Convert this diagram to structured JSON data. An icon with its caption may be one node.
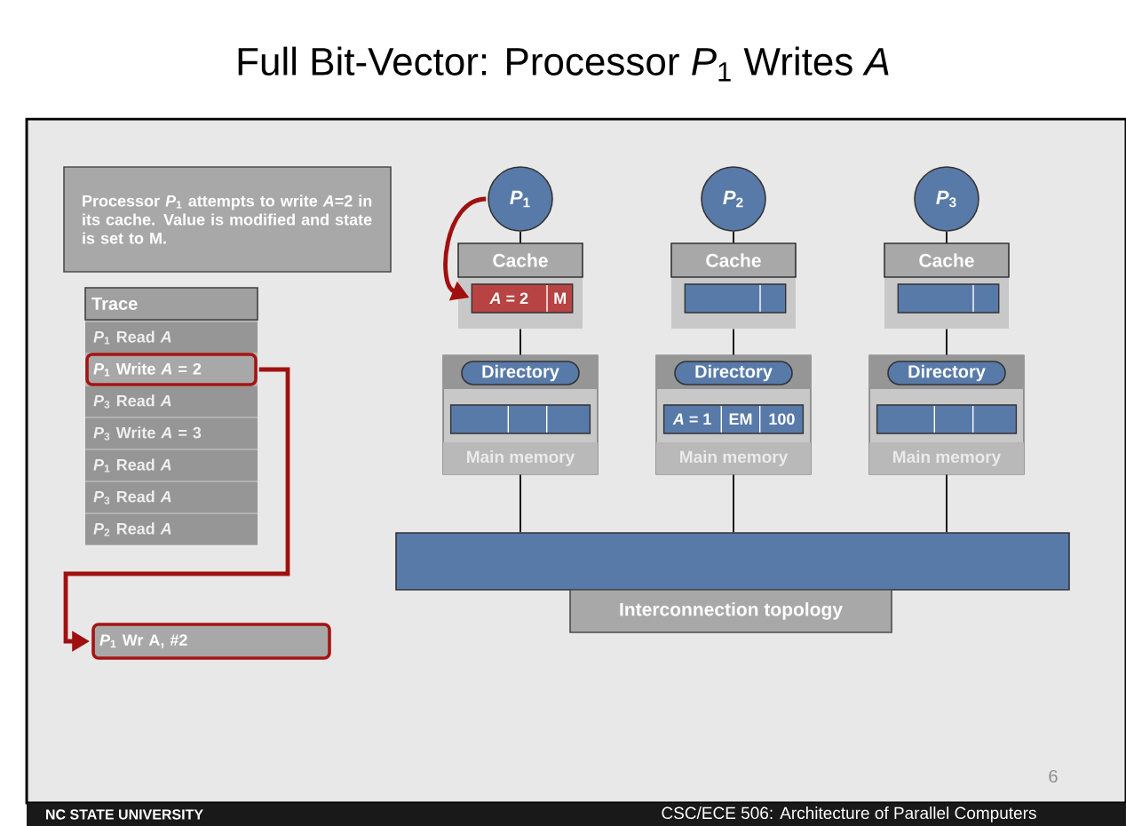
{
  "diagram": {
    "title": "Full Bit-Vector: Processor *P*$_{1}$ Writes *A*",
    "nodes": [
      {
        "text": [
          "Processor *P*$_{1}$ attempts to write *A*=2 in its cache. Value is modified and state is set to M."
        ]
      },
      {
        "text": [
          "Trace"
        ]
      },
      {
        "text": [
          "*P*$_{1}$ Read *A*"
        ],
        "in": 1
      },
      {
        "text": [
          "*P*$_{1}$ Write *A* = 2"
        ],
        "in": 1
      },
      {
        "text": [
          "*P*$_{3}$ Read *A*"
        ],
        "in": 1
      },
      {
        "text": [
          "*P*$_{3}$ Write *A* = 3"
        ],
        "in": 1
      },
      {
        "text": [
          "*P*$_{1}$ Read *A*"
        ],
        "in": 1
      },
      {
        "text": [
          "*P*$_{3}$ Read *A*"
        ],
        "in": 1
      },
      {
        "text": [
          "*P*$_{2}$ Read *A*"
        ],
        "in": 1
      },
      {
        "text": [
          "*P*$_{1}$"
        ]
      },
      {
        "text": [
          "*P*$_{2}$"
        ]
      },
      {
        "text": [
          "*P*$_{3}$"
        ]
      },
      {
        "text": [
          "Cache"
        ]
      },
      {
        "text": [
          "Cache"
        ]
      },
      {
        "text": [
          "Cache"
        ]
      },
      {
        "text": [
          "*A* = 2",
          "M"
        ],
        "in": 12
      },
      {
        "text": [],
        "shape": "bar",
        "in": 13
      },
      {
        "text": [],
        "shape": "bar",
        "in": 14
      },
      {
        "text": [
          "Main memory"
        ]
      },
      {
        "text": [
          "Main memory"
        ]
      },
      {
        "text": [
          "Main memory"
        ]
      },
      {
        "text": [
          "Directory"
        ],
        "in": 18
      },
      {
        "text": [
          "Directory"
        ],
        "in": 19
      },
      {
        "text": [
          "Directory"
        ],
        "in": 20
      },
      {
        "text": [],
        "shape": "bar",
        "in": 18
      },
      {
        "text": [
          "*A* = 1",
          "EM",
          "100"
        ],
        "in": 19
      },
      {
        "text": [],
        "shape": "bar",
        "in": 20
      },
      {
        "text": [
          "Interconnection topology"
        ]
      },
      {
        "text": [
          "*P*$_{1}$ Wr A, #2"
        ]
      }
    ],
    "edges": [
      {
        "from": 9,
        "to": 12,
        "arrow": "none"
      },
      {
        "from": 10,
        "to": 13,
        "arrow": "none"
      },
      {
        "from": 11,
        "to": 14,
        "arrow": "none"
      },
      {
        "from": 12,
        "to": 18,
        "arrow": "none"
      },
      {
        "from": 13,
        "to": 19,
        "arrow": "none"
      },
      {
        "from": 14,
        "to": 20,
        "arrow": "none"
      },
      {
        "from": 18,
        "to": 27,
        "arrow": "none"
      },
      {
        "from": 19,
        "to": 27,
        "arrow": "none"
      },
      {
        "from": 20,
        "to": 27,
        "arrow": "none"
      },
      {
        "from": 9,
        "to": 15,
        "arrow": "to",
        "style": "thick",
        "color": "#a01010"
      },
      {
        "from": 3,
        "to": 28,
        "arrow": "to",
        "style": "thick",
        "color": "#a01010"
      }
    ],
    "labels": [
      "6",
      "NC STATE UNIVERSITY",
      "CSC/ECE 506: Architecture of Parallel Computers"
    ]
  }
}
